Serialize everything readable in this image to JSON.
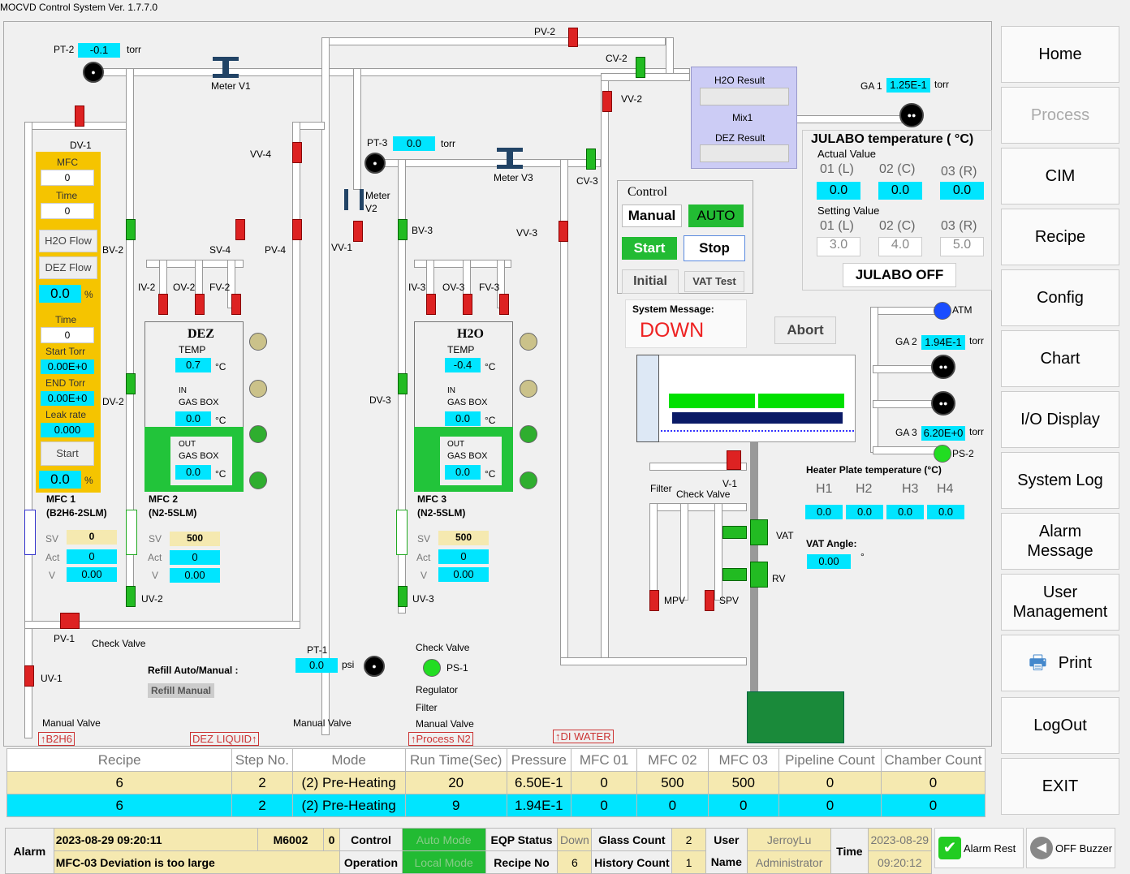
{
  "title": "MOCVD Control System Ver. 1.7.7.0",
  "pt2": {
    "label": "PT-2",
    "value": "-0.1",
    "unit": "torr"
  },
  "pt3": {
    "label": "PT-3",
    "value": "0.0",
    "unit": "torr"
  },
  "pt1": {
    "label": "PT-1",
    "value": "0.0",
    "unit": "psi"
  },
  "ga1": {
    "label": "GA 1",
    "value": "1.25E-1",
    "unit": "torr"
  },
  "ga2": {
    "label": "GA 2",
    "value": "1.94E-1",
    "unit": "torr"
  },
  "ga3": {
    "label": "GA 3",
    "value": "6.20E+0",
    "unit": "torr"
  },
  "valves": {
    "pv2": "PV-2",
    "cv2": "CV-2",
    "vv2": "VV-2",
    "vv4": "VV-4",
    "cv3": "CV-3",
    "vv3": "VV-3",
    "vv1": "VV-1",
    "dv1": "DV-1",
    "dv2": "DV-2",
    "dv3": "DV-3",
    "bv2": "BV-2",
    "bv3": "BV-3",
    "sv4": "SV-4",
    "pv4": "PV-4",
    "iv2": "IV-2",
    "ov2": "OV-2",
    "fv2": "FV-2",
    "iv3": "IV-3",
    "ov3": "OV-3",
    "fv3": "FV-3",
    "uv2": "UV-2",
    "uv3": "UV-3",
    "uv1": "UV-1",
    "pv1": "PV-1",
    "v1": "V-1",
    "mpv": "MPV",
    "spv": "SPV",
    "vat": "VAT",
    "rv": "RV",
    "ps1": "PS-1",
    "ps2": "PS-2",
    "atm": "ATM"
  },
  "meters": {
    "v1": "Meter V1",
    "v3": "Meter V3",
    "v2a": "Meter",
    "v2b": "V2"
  },
  "labels": {
    "check_valve": "Check Valve",
    "manual_valve": "Manual Valve",
    "regulator": "Regulator",
    "filter": "Filter",
    "b2h6": "↑B2H6",
    "dez_liquid": "DEZ LIQUID↑",
    "process_n2": "↑Process N2",
    "di_water": "↑DI WATER",
    "refill_label": "Refill Auto/Manual :",
    "refill_btn": "Refill Manual",
    "check_valve2": "Check Valve"
  },
  "left_panel": {
    "mfc": "MFC",
    "mfc_val": "0",
    "time": "Time",
    "time_val": "0",
    "h2o_flow": "H2O Flow",
    "dez_flow": "DEZ Flow",
    "pct_val": "0.0",
    "pct": "%",
    "time2": "Time",
    "time2_val": "0",
    "start_torr": "Start Torr",
    "start_torr_val": "0.00E+0",
    "end_torr": "END Torr",
    "end_torr_val": "0.00E+0",
    "leak_rate": "Leak rate",
    "leak_rate_val": "0.000",
    "start": "Start",
    "pct2_val": "0.0"
  },
  "dez": {
    "title": "DEZ",
    "temp": "TEMP",
    "temp_val": "0.7",
    "in": "IN",
    "gasbox": "GAS BOX",
    "in_val": "0.0",
    "out": "OUT",
    "out_val": "0.0",
    "unit": "°C"
  },
  "h2o": {
    "title": "H2O",
    "temp": "TEMP",
    "temp_val": "-0.4",
    "in": "IN",
    "gasbox": "GAS BOX",
    "in_val": "0.0",
    "out": "OUT",
    "out_val": "0.0",
    "unit": "°C"
  },
  "mfcs": [
    {
      "name": "MFC 1",
      "sub": "(B2H6-2SLM)",
      "sv": "0",
      "act": "0",
      "v": "0.00"
    },
    {
      "name": "MFC 2",
      "sub": "(N2-5SLM)",
      "sv": "500",
      "act": "0",
      "v": "0.00"
    },
    {
      "name": "MFC 3",
      "sub": "(N2-5SLM)",
      "sv": "500",
      "act": "0",
      "v": "0.00"
    }
  ],
  "mfc_labels": {
    "sv": "SV",
    "act": "Act",
    "v": "V"
  },
  "result": {
    "h2o": "H2O Result",
    "mix": "Mix1",
    "dez": "DEZ Result"
  },
  "control": {
    "title": "Control",
    "manual": "Manual",
    "auto": "AUTO",
    "start": "Start",
    "stop": "Stop",
    "initial": "Initial",
    "vat_test": "VAT Test",
    "sysmsg": "System Message:",
    "msg": "DOWN",
    "abort": "Abort"
  },
  "julabo": {
    "title": "JULABO temperature ( °C)",
    "actual": "Actual Value",
    "setting": "Setting Value",
    "ch": [
      "01 (L)",
      "02 (C)",
      "03 (R)"
    ],
    "actual_vals": [
      "0.0",
      "0.0",
      "0.0"
    ],
    "set_vals": [
      "3.0",
      "4.0",
      "5.0"
    ],
    "off": "JULABO OFF"
  },
  "heater": {
    "title": "Heater Plate temperature (°C)",
    "ch": [
      "H1",
      "H2",
      "H3",
      "H4"
    ],
    "vals": [
      "0.0",
      "0.0",
      "0.0",
      "0.0"
    ],
    "vat_angle": "VAT Angle:",
    "vat_val": "0.00",
    "deg": "°",
    "filter": "Filter",
    "check": "Check Valve"
  },
  "nav": [
    {
      "label": "Home",
      "enabled": true
    },
    {
      "label": "Process",
      "enabled": false
    },
    {
      "label": "CIM",
      "enabled": true
    },
    {
      "label": "Recipe",
      "enabled": true
    },
    {
      "label": "Config",
      "enabled": true
    },
    {
      "label": "Chart",
      "enabled": true
    },
    {
      "label": "I/O Display",
      "enabled": true
    },
    {
      "label": "System Log",
      "enabled": true
    },
    {
      "label": "Alarm Message",
      "enabled": true
    },
    {
      "label": "User Management",
      "enabled": true
    },
    {
      "label": "Print",
      "enabled": true
    },
    {
      "label": "LogOut",
      "enabled": true
    },
    {
      "label": "EXIT",
      "enabled": true
    }
  ],
  "table": {
    "headers": [
      "Recipe",
      "Step No.",
      "Mode",
      "Run Time(Sec)",
      "Pressure",
      "MFC 01",
      "MFC 02",
      "MFC 03",
      "Pipeline Count",
      "Chamber Count"
    ],
    "rows": [
      [
        "6",
        "2",
        "(2) Pre-Heating",
        "20",
        "6.50E-1",
        "0",
        "500",
        "500",
        "0",
        "0"
      ],
      [
        "6",
        "2",
        "(2) Pre-Heating",
        "9",
        "1.94E-1",
        "0",
        "0",
        "0",
        "0",
        "0"
      ]
    ]
  },
  "status": {
    "alarm": "Alarm",
    "alarm_time": "2023-08-29 09:20:11",
    "code": "M6002",
    "num": "0",
    "alarm_msg": "MFC-03  Deviation is too large",
    "control": "Control",
    "auto_mode": "Auto Mode",
    "operation": "Operation",
    "local_mode": "Local Mode",
    "eqp_status": "EQP Status",
    "eqp_val": "Down",
    "recipe_no": "Recipe No",
    "recipe_val": "6",
    "glass_count": "Glass Count",
    "glass_val": "2",
    "history_count": "History Count",
    "history_val": "1",
    "user": "User",
    "name": "Name",
    "user_val": "JerroyLu",
    "role": "Administrator",
    "time": "Time",
    "date_val": "2023-08-29",
    "time_val": "09:20:12",
    "alarm_rest": "Alarm Rest",
    "off_buzzer": "OFF Buzzer"
  }
}
